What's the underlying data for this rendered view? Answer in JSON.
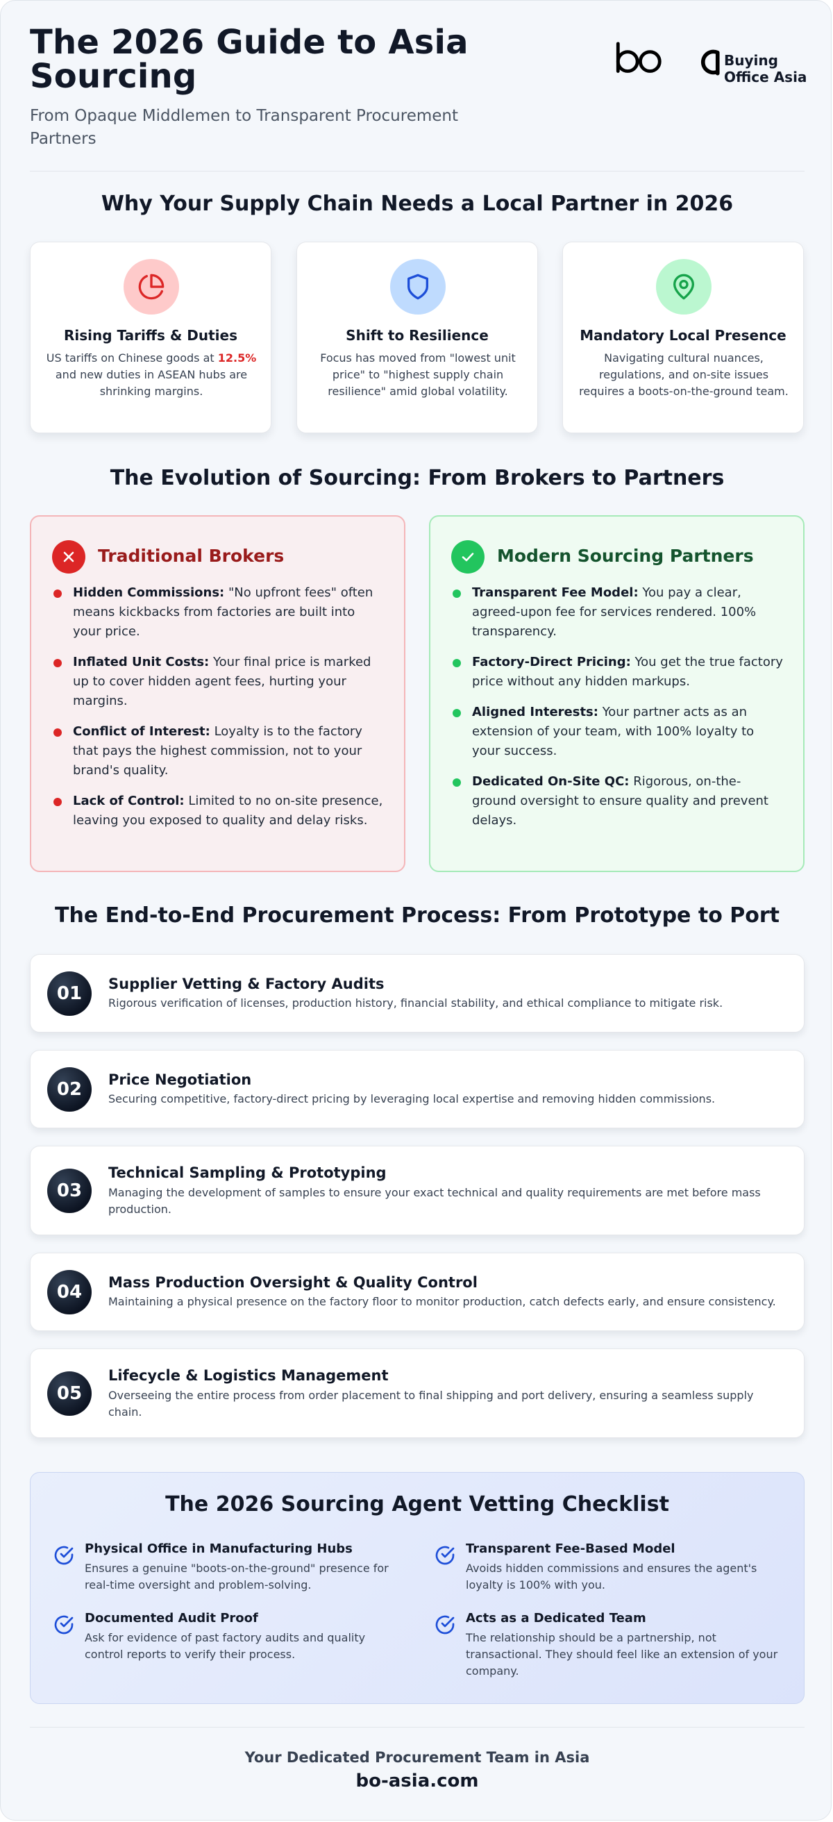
{
  "header": {
    "title": "The 2026 Guide to Asia Sourcing",
    "subtitle": "From Opaque Middlemen to Transparent Procurement Partners",
    "logo_text_line1": "Buying",
    "logo_text_line2": "Office Asia"
  },
  "why": {
    "heading": "Why Your Supply Chain Needs a Local Partner in 2026",
    "cards": [
      {
        "icon": "pie-chart-icon",
        "title": "Rising Tariffs & Duties",
        "desc_pre": "US tariffs on Chinese goods at ",
        "highlight": "12.5%",
        "desc_post": " and new duties in ASEAN hubs are shrinking margins.",
        "color": "#dc2626",
        "bg": "#fecaca"
      },
      {
        "icon": "shield-icon",
        "title": "Shift to Resilience",
        "desc": "Focus has moved from \"lowest unit price\" to \"highest supply chain resilience\" amid global volatility.",
        "color": "#1d4ed8",
        "bg": "#bfdbfe"
      },
      {
        "icon": "map-pin-icon",
        "title": "Mandatory Local Presence",
        "desc": "Navigating cultural nuances, regulations, and on-site issues requires a boots-on-the-ground team.",
        "color": "#16a34a",
        "bg": "#bbf7d0"
      }
    ]
  },
  "evolution": {
    "heading": "The Evolution of Sourcing: From Brokers to Partners",
    "traditional": {
      "title": "Traditional Brokers",
      "items": [
        {
          "bold": "Hidden Commissions:",
          "text": " \"No upfront fees\" often means kickbacks from factories are built into your price."
        },
        {
          "bold": "Inflated Unit Costs:",
          "text": " Your final price is marked up to cover hidden agent fees, hurting your margins."
        },
        {
          "bold": "Conflict of Interest:",
          "text": " Loyalty is to the factory that pays the highest commission, not to your brand's quality."
        },
        {
          "bold": "Lack of Control:",
          "text": " Limited to no on-site presence, leaving you exposed to quality and delay risks."
        }
      ]
    },
    "modern": {
      "title": "Modern Sourcing Partners",
      "items": [
        {
          "bold": "Transparent Fee Model:",
          "text": " You pay a clear, agreed-upon fee for services rendered. 100% transparency."
        },
        {
          "bold": "Factory-Direct Pricing:",
          "text": " You get the true factory price without any hidden markups."
        },
        {
          "bold": "Aligned Interests:",
          "text": " Your partner acts as an extension of your team, with 100% loyalty to your success."
        },
        {
          "bold": "Dedicated On-Site QC:",
          "text": " Rigorous, on-the-ground oversight to ensure quality and prevent delays."
        }
      ]
    }
  },
  "process": {
    "heading": "The End-to-End Procurement Process: From Prototype to Port",
    "steps": [
      {
        "num": "01",
        "title": "Supplier Vetting & Factory Audits",
        "desc": "Rigorous verification of licenses, production history, financial stability, and ethical compliance to mitigate risk."
      },
      {
        "num": "02",
        "title": "Price Negotiation",
        "desc": "Securing competitive, factory-direct pricing by leveraging local expertise and removing hidden commissions."
      },
      {
        "num": "03",
        "title": "Technical Sampling & Prototyping",
        "desc": "Managing the development of samples to ensure your exact technical and quality requirements are met before mass production."
      },
      {
        "num": "04",
        "title": "Mass Production Oversight & Quality Control",
        "desc": "Maintaining a physical presence on the factory floor to monitor production, catch defects early, and ensure consistency."
      },
      {
        "num": "05",
        "title": "Lifecycle & Logistics Management",
        "desc": "Overseeing the entire process from order placement to final shipping and port delivery, ensuring a seamless supply chain."
      }
    ]
  },
  "checklist": {
    "heading": "The 2026 Sourcing Agent Vetting Checklist",
    "items": [
      {
        "title": "Physical Office in Manufacturing Hubs",
        "desc": "Ensures a genuine \"boots-on-the-ground\" presence for real-time oversight and problem-solving."
      },
      {
        "title": "Transparent Fee-Based Model",
        "desc": "Avoids hidden commissions and ensures the agent's loyalty is 100% with you."
      },
      {
        "title": "Documented Audit Proof",
        "desc": "Ask for evidence of past factory audits and quality control reports to verify their process."
      },
      {
        "title": "Acts as a Dedicated Team",
        "desc": "The relationship should be a partnership, not transactional. They should feel like an extension of your company."
      }
    ]
  },
  "footer": {
    "tagline": "Your Dedicated Procurement Team in Asia",
    "url": "bo-asia.com"
  },
  "colors": {
    "red": "#dc2626",
    "green": "#16a34a",
    "blue": "#1d4ed8",
    "dark": "#111827"
  }
}
